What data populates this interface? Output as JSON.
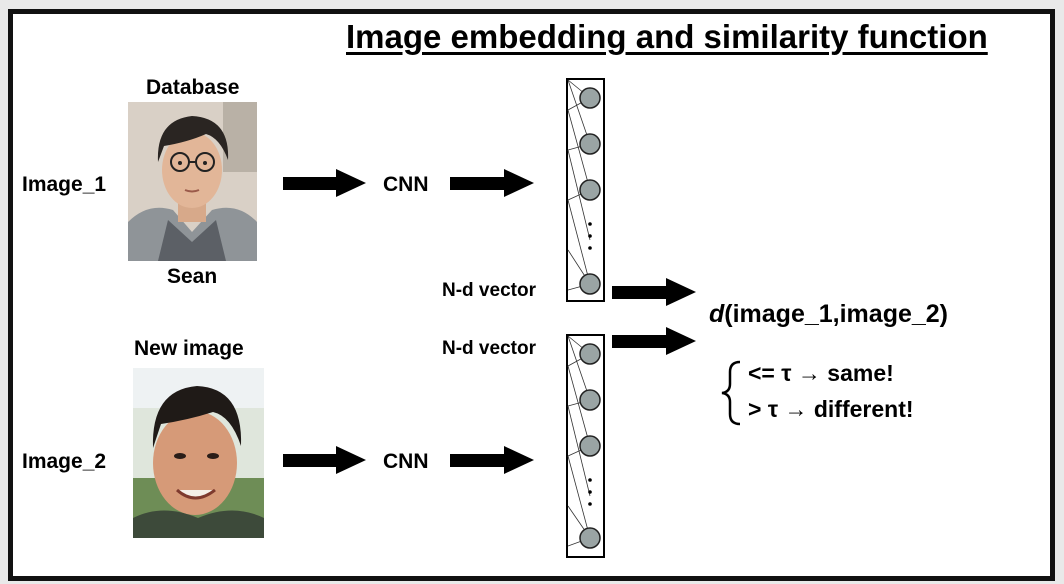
{
  "title": "Image embedding and similarity function",
  "labels": {
    "database": "Database",
    "sean": "Sean",
    "new_image": "New image",
    "image1": "Image_1",
    "image2": "Image_2",
    "cnn1": "CNN",
    "cnn2": "CNN",
    "vector1": "N-d vector",
    "vector2": "N-d vector"
  },
  "distance": {
    "prefix": "d",
    "args": "(image_1,image_2)"
  },
  "rules": {
    "same": "<= τ → same!",
    "different": "> τ   → different!"
  },
  "colors": {
    "node_fill": "#9aa4a4",
    "frame": "#111111",
    "arrow": "#000000"
  }
}
